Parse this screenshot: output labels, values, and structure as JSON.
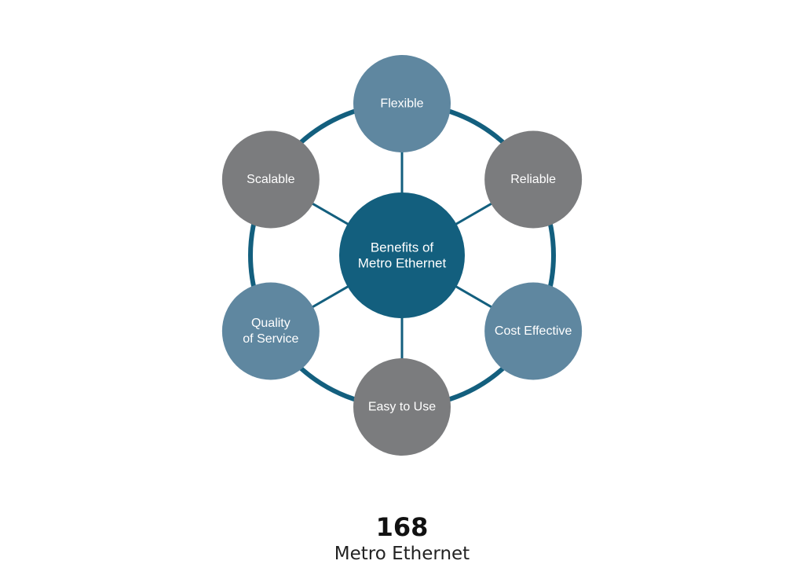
{
  "diagram": {
    "center": {
      "lines": [
        "Benefits of",
        "Metro Ethernet"
      ],
      "color": "#135f7e"
    },
    "ring_color": "#135f7e",
    "spoke_color": "#135f7e",
    "nodes": [
      {
        "id": "flexible",
        "lines": [
          "Flexible"
        ],
        "color": "#5f87a0"
      },
      {
        "id": "reliable",
        "lines": [
          "Reliable"
        ],
        "color": "#7b7c7e"
      },
      {
        "id": "cost-effective",
        "lines": [
          "Cost Effective"
        ],
        "color": "#5f87a0"
      },
      {
        "id": "easy-to-use",
        "lines": [
          "Easy to Use"
        ],
        "color": "#7b7c7e"
      },
      {
        "id": "quality-of-service",
        "lines": [
          "Quality",
          "of Service"
        ],
        "color": "#5f87a0"
      },
      {
        "id": "scalable",
        "lines": [
          "Scalable"
        ],
        "color": "#7b7c7e"
      }
    ]
  },
  "footer": {
    "page_number": "168",
    "caption": "Metro Ethernet"
  }
}
